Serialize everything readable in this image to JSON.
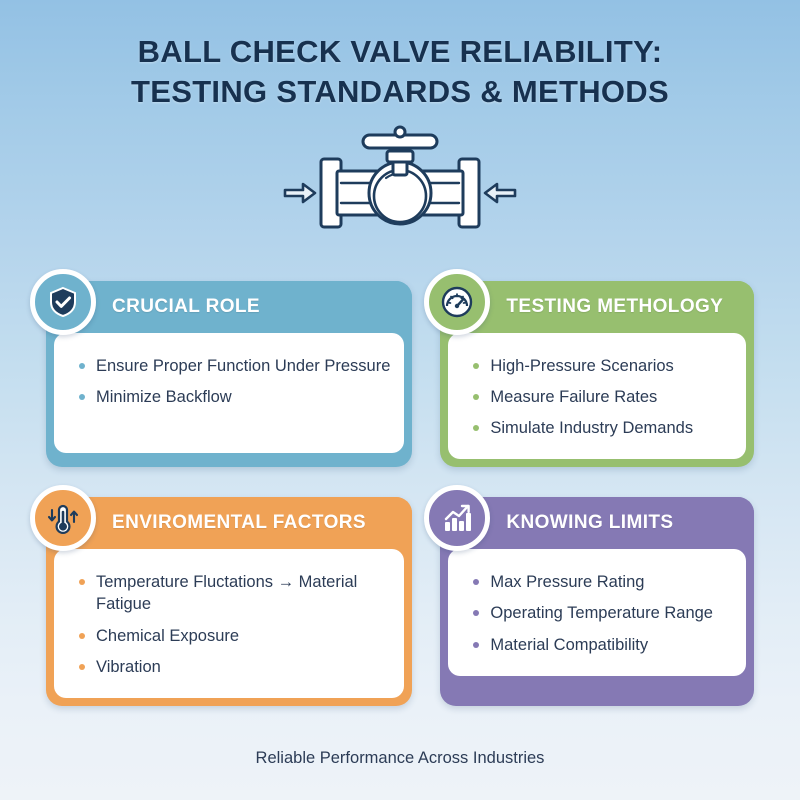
{
  "header": {
    "title_line1": "BALL CHECK VALVE RELIABILITY:",
    "title_line2": "TESTING STANDARDS & METHODS"
  },
  "hero": {
    "icon": "ball-valve-illustration",
    "flow_in_arrow": "arrow-right",
    "flow_out_arrow": "arrow-left"
  },
  "cards": [
    {
      "id": "crucial-role",
      "title": "CRUCIAL ROLE",
      "icon": "shield-check-icon",
      "accent": "#6fb2cd",
      "items": [
        "Ensure Proper Function Under Pressure",
        "Minimize Backflow"
      ]
    },
    {
      "id": "testing-methodology",
      "title": "TESTING METHOLOGY",
      "icon": "gauge-icon",
      "accent": "#97bf6f",
      "items": [
        "High-Pressure Scenarios",
        "Measure Failure Rates",
        "Simulate Industry Demands"
      ]
    },
    {
      "id": "enviromental-factors",
      "title": "ENVIROMENTAL FACTORS",
      "icon": "thermometer-arrows-icon",
      "accent": "#f0a256",
      "items": [
        "Temperature Fluctations → Material Fatigue",
        "Chemical Exposure",
        "Vibration"
      ]
    },
    {
      "id": "knowing-limits",
      "title": "KNOWING LIMITS",
      "icon": "bar-chart-growth-icon",
      "accent": "#8579b4",
      "items": [
        "Max Pressure Rating",
        "Operating Temperature Range",
        "Material Compatibility"
      ]
    }
  ],
  "footer": {
    "tagline": "Reliable Performance Across Industries"
  },
  "colors": {
    "background_top": "#93c1e4",
    "background_bottom": "#eef3f8",
    "text_dark": "#2c3c56",
    "title_dark": "#17314f",
    "card_body": "#ffffff"
  }
}
